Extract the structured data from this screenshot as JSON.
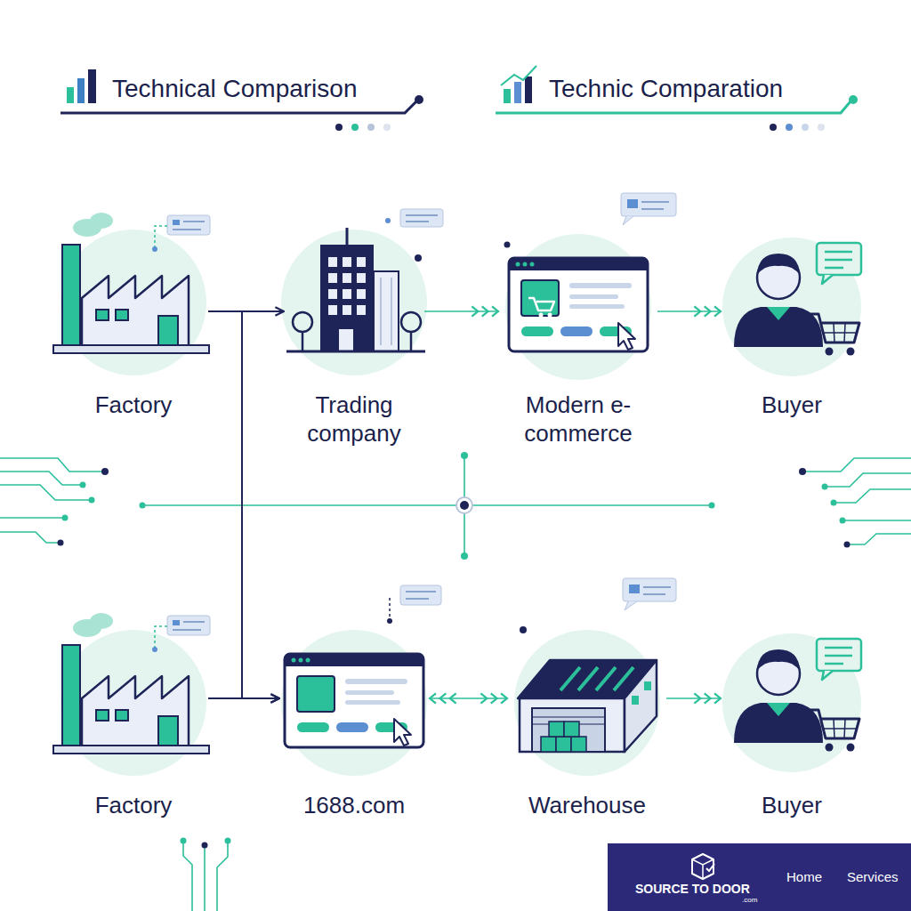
{
  "diagram": {
    "title": "Technical Comparison",
    "nodes": [
      {
        "text": [
          "Factory"
        ]
      },
      {
        "text": [
          "Trading company"
        ]
      },
      {
        "text": [
          "Modern e-commerce"
        ]
      },
      {
        "text": [
          "Buyer"
        ]
      },
      {
        "text": [
          "Factory"
        ]
      },
      {
        "text": [
          "1688.com"
        ]
      },
      {
        "text": [
          "Warehouse"
        ]
      },
      {
        "text": [
          "Buyer"
        ]
      }
    ],
    "edges": [
      {
        "from": 0,
        "to": 1,
        "arrow": "to"
      },
      {
        "from": 0,
        "to": 5,
        "arrow": "to"
      },
      {
        "from": 4,
        "to": 5,
        "arrow": "to"
      },
      {
        "from": 1,
        "to": 2,
        "arrow": "to"
      },
      {
        "from": 2,
        "to": 3,
        "arrow": "to"
      },
      {
        "from": 5,
        "to": 6,
        "arrow": "both"
      },
      {
        "from": 6,
        "to": 7,
        "arrow": "to"
      }
    ],
    "labels": [
      "Technic Comparation",
      "SOURCE TO DOOR",
      ".com",
      "Home",
      "Services"
    ]
  }
}
